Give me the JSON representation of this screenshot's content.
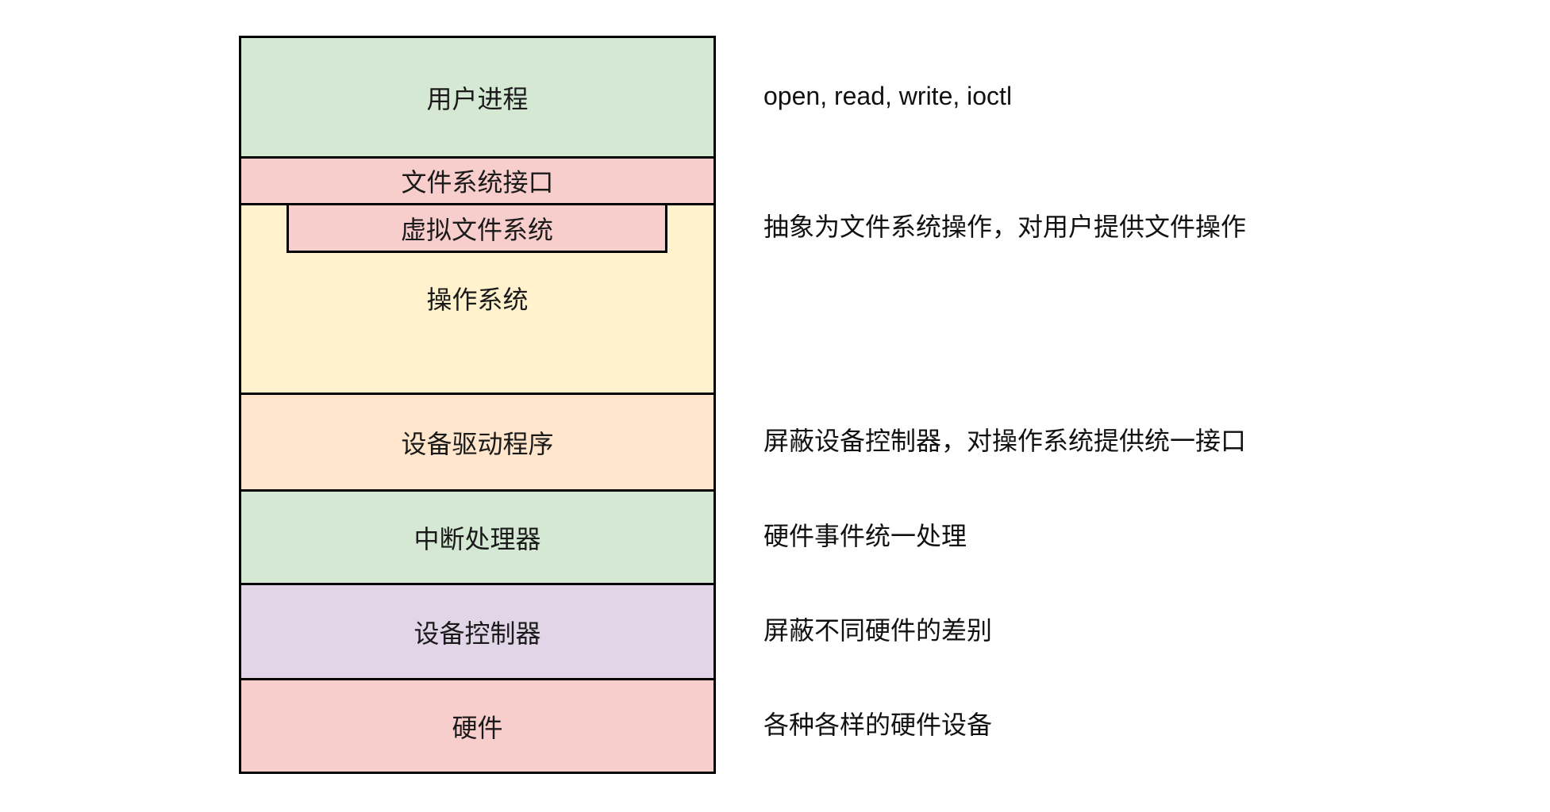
{
  "diagram": {
    "title": "device-driver-layered-architecture",
    "border_color": "#000000",
    "palette": {
      "green": "#d5e8d4",
      "pink": "#f8cecc",
      "yellow": "#fff2cc",
      "orange": "#ffe6cc",
      "purple": "#e1d5e7"
    },
    "layers": [
      {
        "id": "user-process",
        "label": "用户进程",
        "fill": "#d5e8d4"
      },
      {
        "id": "fs-interface",
        "label": "文件系统接口",
        "fill": "#f8cecc"
      },
      {
        "id": "operating-system",
        "label": "操作系统",
        "fill": "#fff2cc",
        "inner": {
          "id": "virtual-file-system",
          "label": "虚拟文件系统",
          "fill": "#f8cecc"
        }
      },
      {
        "id": "device-driver",
        "label": "设备驱动程序",
        "fill": "#ffe6cc"
      },
      {
        "id": "interrupt-handler",
        "label": "中断处理器",
        "fill": "#d5e8d4"
      },
      {
        "id": "device-controller",
        "label": "设备控制器",
        "fill": "#e1d5e7"
      },
      {
        "id": "hardware",
        "label": "硬件",
        "fill": "#f8cecc"
      }
    ],
    "annotations": [
      {
        "for": "user-process",
        "text": "open, read, write, ioctl"
      },
      {
        "for": "virtual-file-system",
        "text": "抽象为文件系统操作，对用户提供文件操作"
      },
      {
        "for": "device-driver",
        "text": "屏蔽设备控制器，对操作系统提供统一接口"
      },
      {
        "for": "interrupt-handler",
        "text": "硬件事件统一处理"
      },
      {
        "for": "device-controller",
        "text": "屏蔽不同硬件的差别"
      },
      {
        "for": "hardware",
        "text": "各种各样的硬件设备"
      }
    ]
  }
}
